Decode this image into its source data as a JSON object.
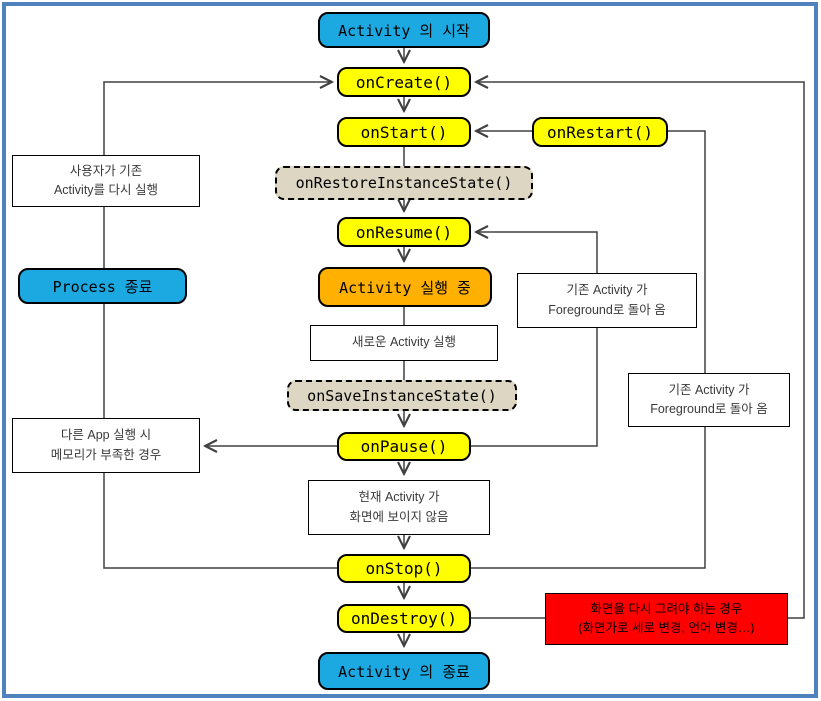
{
  "diagram": {
    "nodes": {
      "start": {
        "label": "Activity 의 시작"
      },
      "on_create": {
        "label": "onCreate()"
      },
      "on_start": {
        "label": "onStart()"
      },
      "on_restart": {
        "label": "onRestart()"
      },
      "on_restore": {
        "label": "onRestoreInstanceState()"
      },
      "on_resume": {
        "label": "onResume()"
      },
      "running": {
        "label": "Activity 실행 중"
      },
      "new_activity": {
        "label": "새로운 Activity 실행"
      },
      "on_save": {
        "label": "onSaveInstanceState()"
      },
      "foreground_return_1": {
        "label": "기존 Activity 가\nForeground로 돌아 옴"
      },
      "foreground_return_2": {
        "label": "기존 Activity 가\nForeground로 돌아 옴"
      },
      "on_pause": {
        "label": "onPause()"
      },
      "user_restart": {
        "label": "사용자가 기존\nActivity를 다시 실행"
      },
      "process_end": {
        "label": "Process 종료"
      },
      "low_memory": {
        "label": "다른 App 실행 시\n메모리가 부족한 경우"
      },
      "not_visible": {
        "label": "현재 Activity 가\n화면에 보이지 않음"
      },
      "on_stop": {
        "label": "onStop()"
      },
      "on_destroy": {
        "label": "onDestroy()"
      },
      "redraw": {
        "label": "화면을 다시 그려야 하는 경우\n(화면가로 세로 변경, 언어 변경…)"
      },
      "end": {
        "label": "Activity 의 종료"
      }
    },
    "colors": {
      "state_blue": "#1CA9E2",
      "callback_yellow": "#FFFF00",
      "running_orange": "#FFB000",
      "instance_state_tan": "#DCD6C2",
      "alert_red": "#FF0000",
      "frame_blue": "#4F81BD",
      "wire": "#404040"
    }
  }
}
